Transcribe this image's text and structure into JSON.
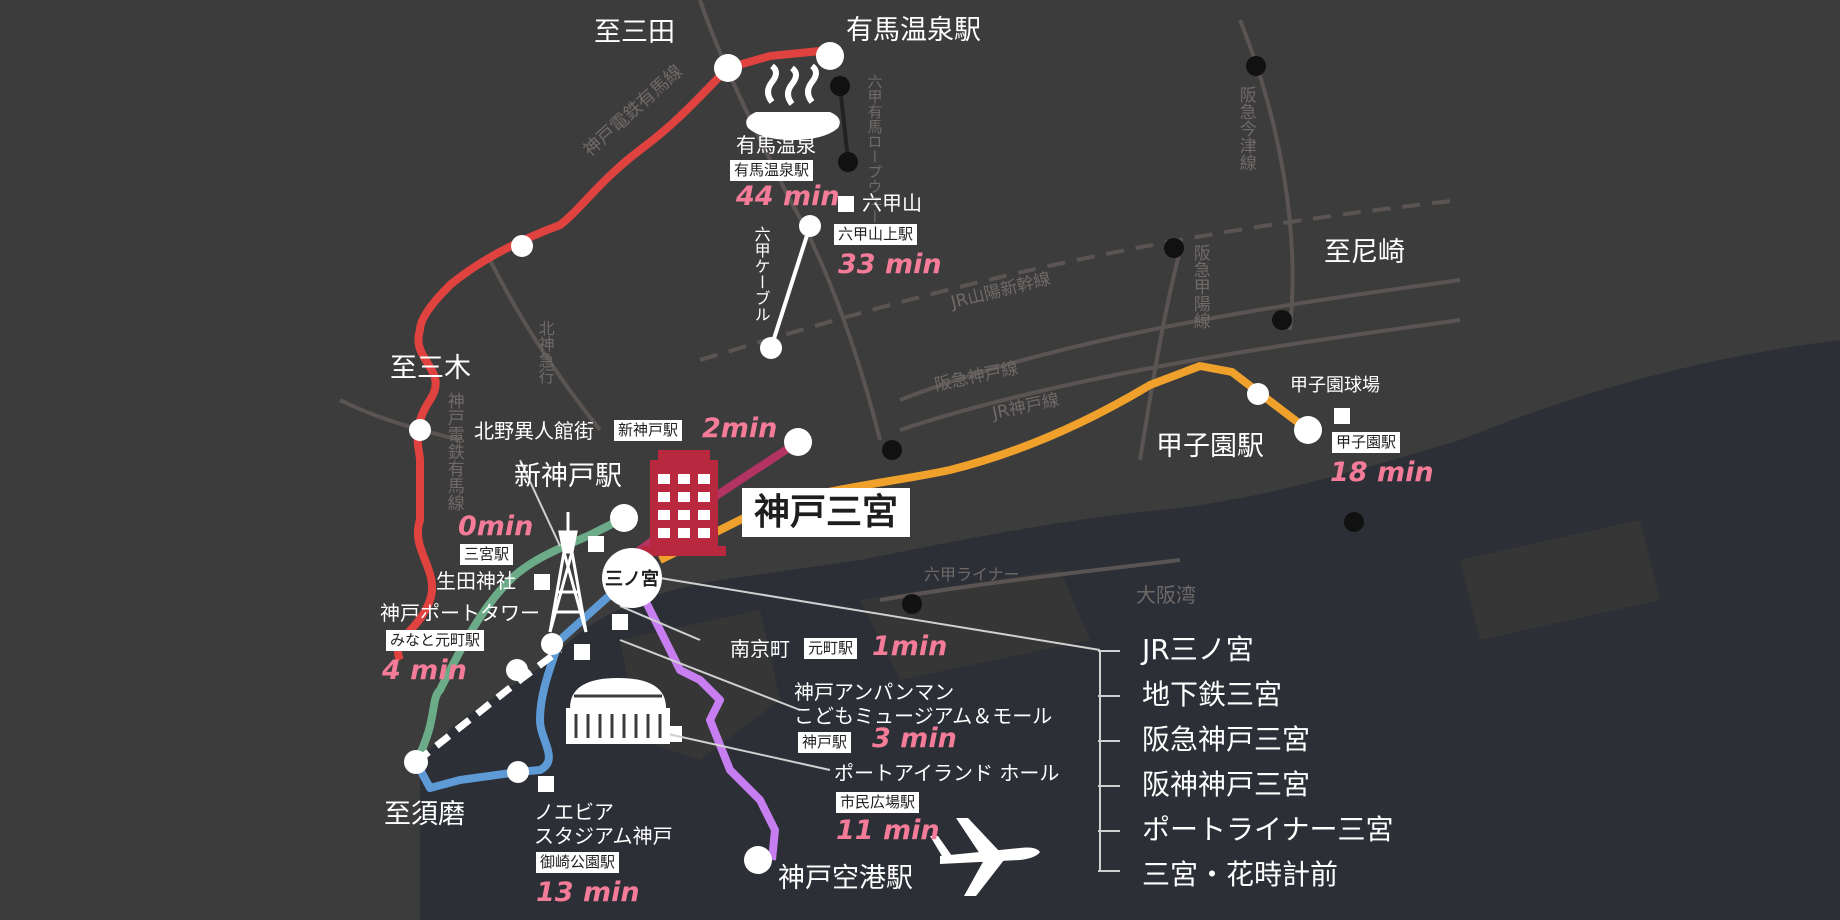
{
  "map": {
    "hotel_name": "神戸三宮",
    "hub_label": "三ノ宮",
    "origin_labels": [
      {
        "id": "sanda",
        "text": "至三田"
      },
      {
        "id": "miki",
        "text": "至三木"
      },
      {
        "id": "suma",
        "text": "至須磨"
      },
      {
        "id": "amagasaki",
        "text": "至尼崎"
      }
    ],
    "stations": [
      {
        "id": "arima_onsen_station",
        "text": "有馬温泉駅"
      },
      {
        "id": "shinkobe_station",
        "text": "新神戸駅"
      },
      {
        "id": "koshien_station",
        "text": "甲子園駅"
      },
      {
        "id": "kobe_airport_station",
        "text": "神戸空港駅"
      }
    ],
    "line_names": [
      {
        "id": "kobe_dentetsu_arima_1",
        "text": "神戸電鉄有馬線"
      },
      {
        "id": "kobe_dentetsu_arima_2",
        "text": "神戸電鉄有馬線"
      },
      {
        "id": "rokko_arima_ropeway",
        "text": "六甲有馬ロープウェー"
      },
      {
        "id": "rokko_cable",
        "text": "六甲ケーブル"
      },
      {
        "id": "hankyu_imazu",
        "text": "阪急今津線"
      },
      {
        "id": "hankyu_koyo",
        "text": "阪急甲陽線"
      },
      {
        "id": "jr_sanyo_shinkansen",
        "text": "JR山陽新幹線"
      },
      {
        "id": "hankyu_kobe",
        "text": "阪急神戸線"
      },
      {
        "id": "jr_kobe",
        "text": "JR神戸線"
      },
      {
        "id": "hokushin_kyuko",
        "text": "北神急行"
      },
      {
        "id": "rokko_liner",
        "text": "六甲ライナー"
      },
      {
        "id": "osaka_bay",
        "text": "大阪湾"
      }
    ],
    "destinations": [
      {
        "id": "arima",
        "name": "有馬温泉",
        "station": "有馬温泉駅",
        "time": "44 min"
      },
      {
        "id": "rokkosan",
        "name": "六甲山",
        "station": "六甲山上駅",
        "time": "33 min"
      },
      {
        "id": "kitano",
        "name": "北野異人館街",
        "station": "新神戸駅",
        "time": "2min"
      },
      {
        "id": "koshien",
        "name": "甲子園球場",
        "station": "甲子園駅",
        "time": "18 min"
      },
      {
        "id": "sannomiya",
        "name": "",
        "station": "三宮駅",
        "time": "0min"
      },
      {
        "id": "ikuta",
        "name": "生田神社",
        "station": "",
        "time": ""
      },
      {
        "id": "port_tower",
        "name": "神戸ポートタワー",
        "station": "みなと元町駅",
        "time": "4 min"
      },
      {
        "id": "nankinmachi",
        "name": "南京町",
        "station": "元町駅",
        "time": "1min"
      },
      {
        "id": "anpanman",
        "name": "神戸アンパンマン\nこどもミュージアム＆モール",
        "station": "神戸駅",
        "time": "3 min"
      },
      {
        "id": "port_island_hall",
        "name": "ポートアイランド ホール",
        "station": "市民広場駅",
        "time": "11 min"
      },
      {
        "id": "noevir",
        "name": "ノエビア\nスタジアム神戸",
        "station": "御崎公園駅",
        "time": "13 min"
      }
    ],
    "sannomiya_stations": [
      "JR三ノ宮",
      "地下鉄三宮",
      "阪急神戸三宮",
      "阪神神戸三宮",
      "ポートライナー三宮",
      "三宮・花時計前"
    ],
    "icons": [
      "onsen-icon",
      "hotel-building-icon",
      "port-tower-icon",
      "stadium-icon",
      "airplane-icon"
    ],
    "colors": {
      "background": "#3d3c3c",
      "land": "#3d3c3c",
      "sea": "#2c2f36",
      "kobe_dentetsu": "#e0433f",
      "kitashin": "#b33362",
      "hanshin": "#f0a12c",
      "port_liner": "#c77ef0",
      "subway_seishin": "#6cab88",
      "subway_kaigan": "#5d9ad6",
      "time_text": "#f47c98"
    }
  }
}
